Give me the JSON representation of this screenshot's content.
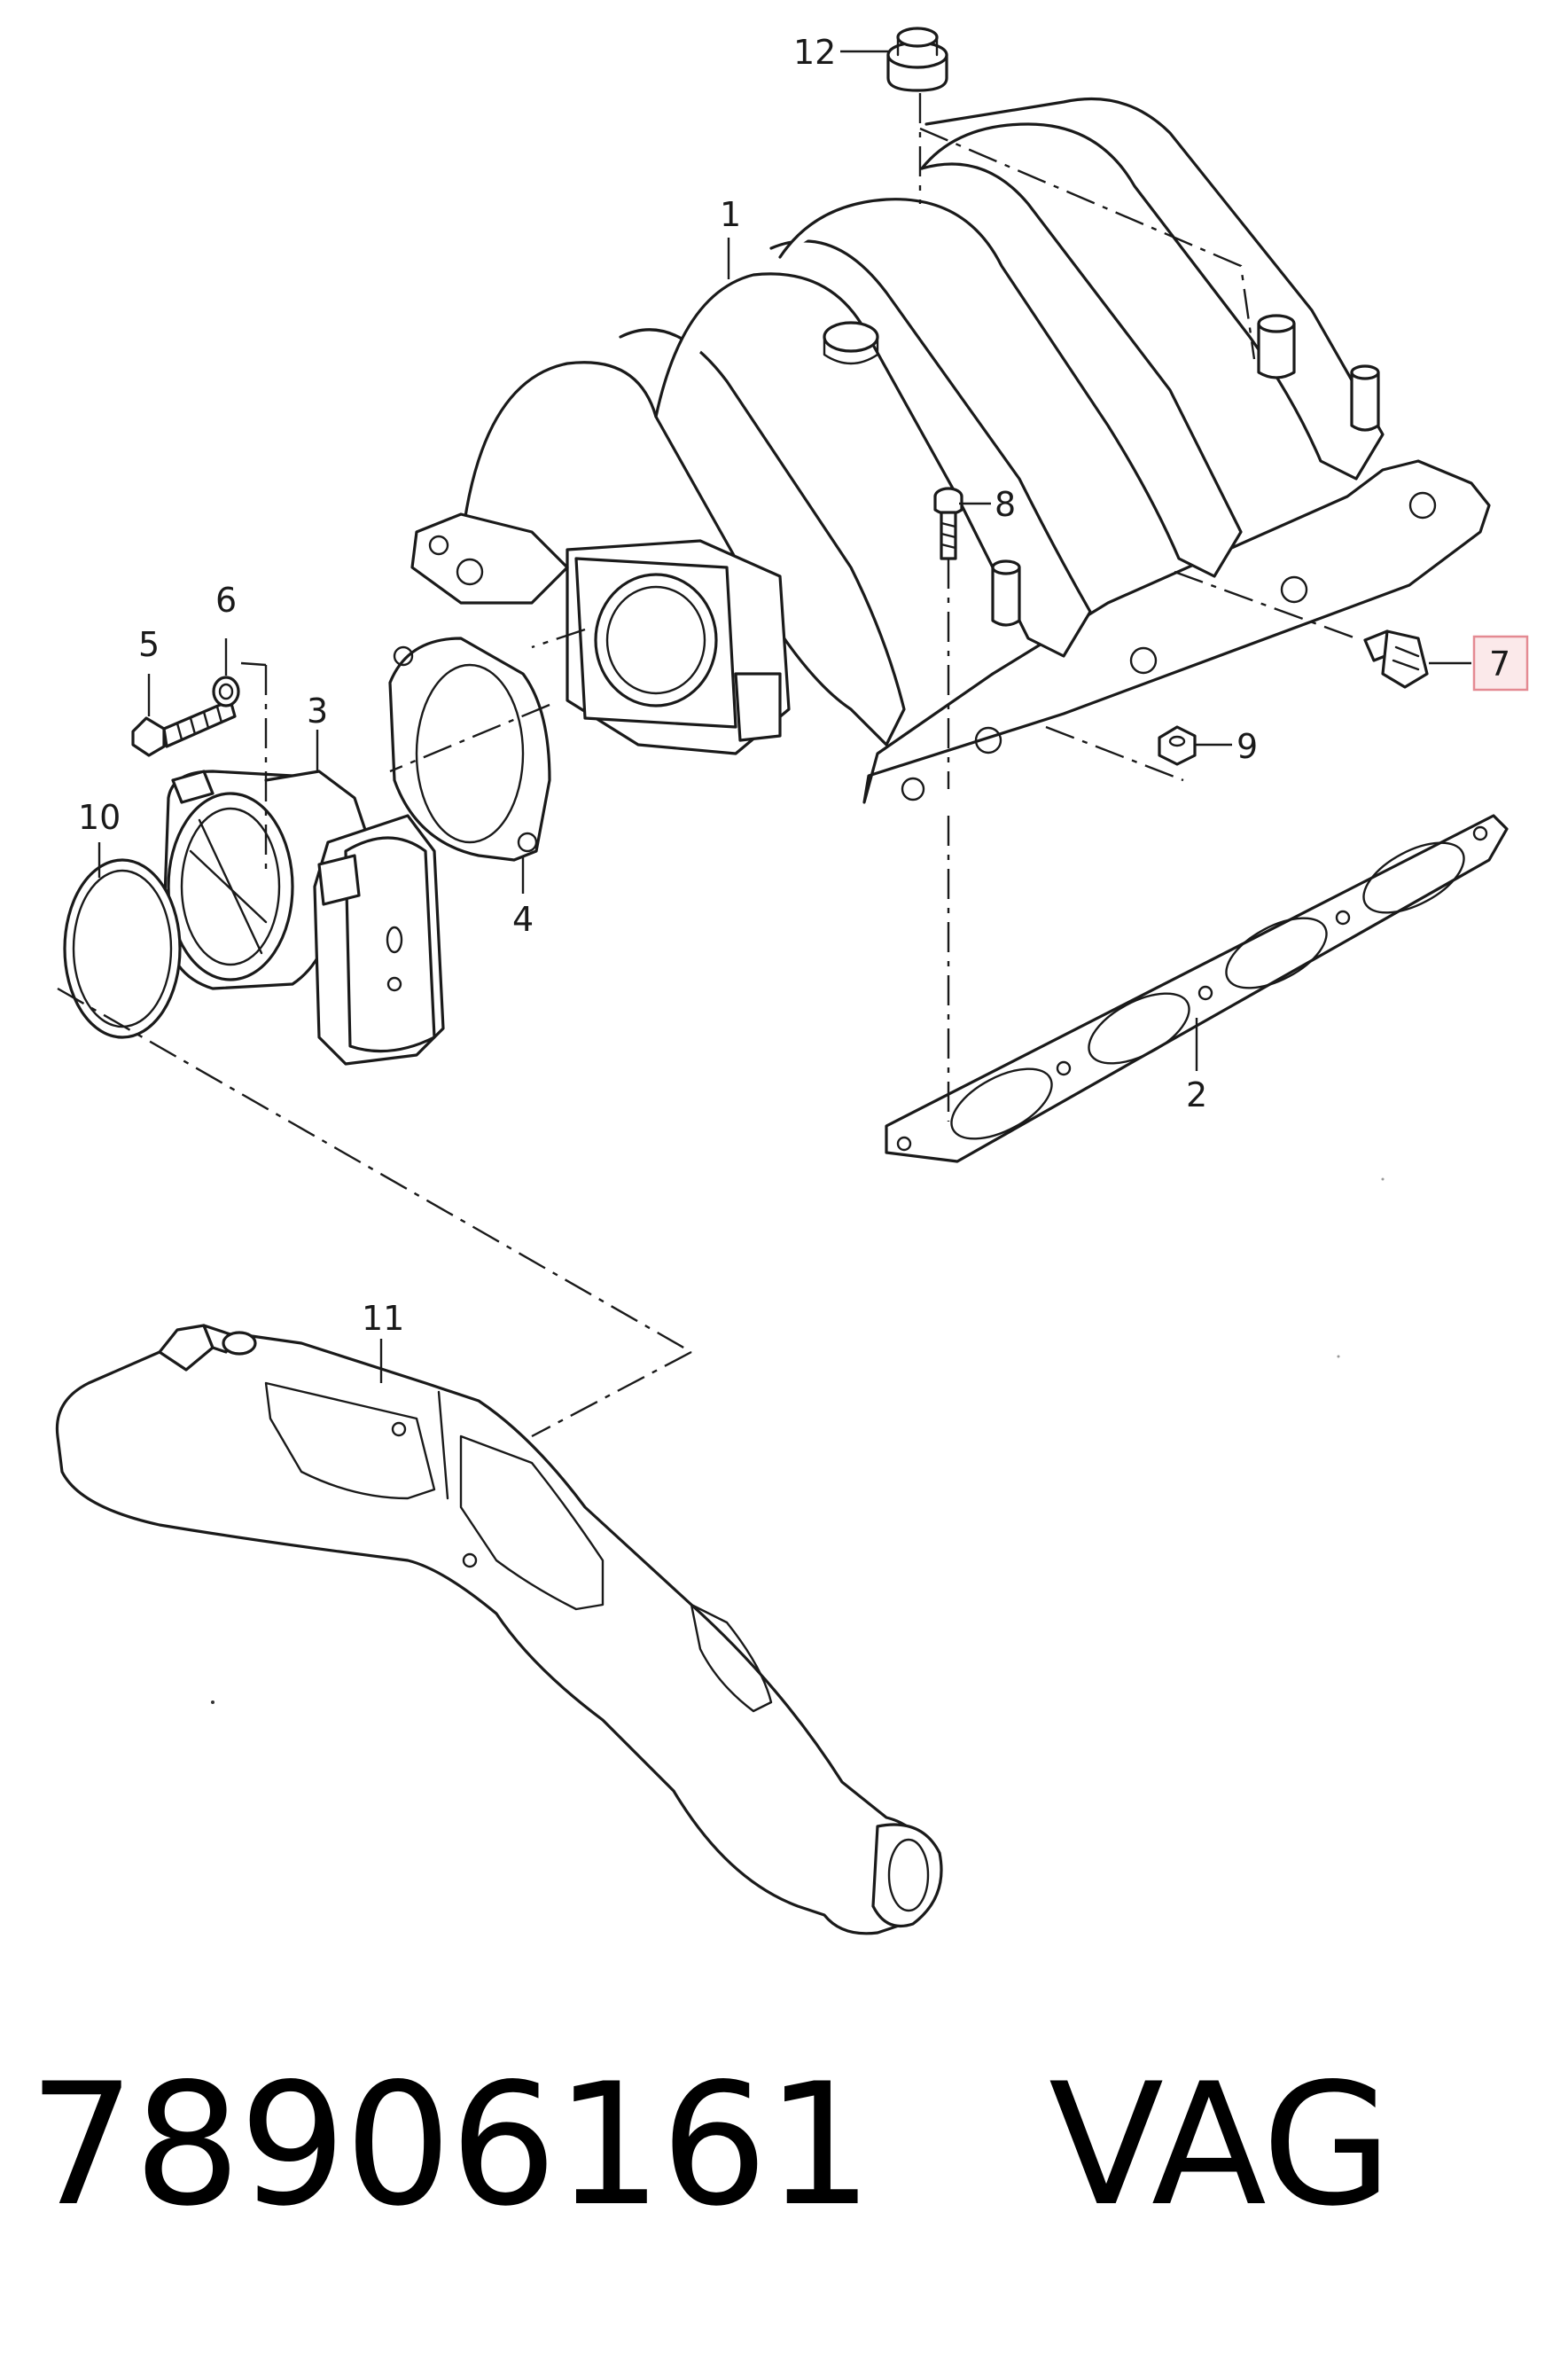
{
  "diagram": {
    "callouts": [
      {
        "id": "1",
        "label": "1"
      },
      {
        "id": "2",
        "label": "2"
      },
      {
        "id": "3",
        "label": "3"
      },
      {
        "id": "4",
        "label": "4"
      },
      {
        "id": "5",
        "label": "5"
      },
      {
        "id": "6",
        "label": "6"
      },
      {
        "id": "7",
        "label": "7",
        "highlighted": true
      },
      {
        "id": "8",
        "label": "8"
      },
      {
        "id": "9",
        "label": "9"
      },
      {
        "id": "10",
        "label": "10"
      },
      {
        "id": "11",
        "label": "11"
      },
      {
        "id": "12",
        "label": "12"
      }
    ],
    "highlight_color": "#e48a92"
  },
  "caption": {
    "part_number": "78906161",
    "brand": "VAG"
  }
}
